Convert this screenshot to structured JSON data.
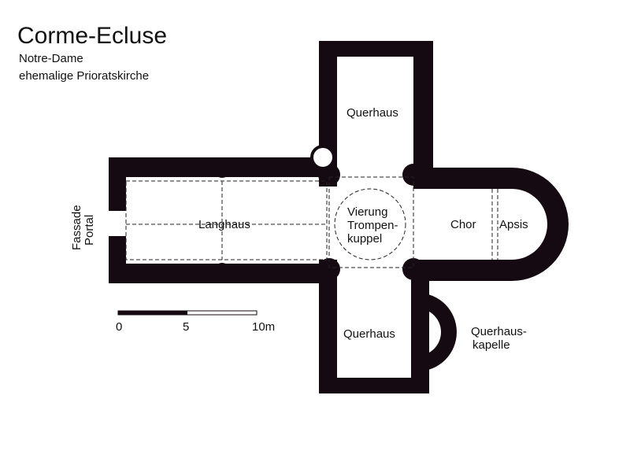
{
  "title": "Corme-Ecluse",
  "subtitle": "Notre-Dame",
  "subtitle2": "ehemalige Prioratskirche",
  "rooms": {
    "querhaus_north": "Querhaus",
    "langhaus": "Langhaus",
    "vierung": [
      "Vierung",
      "Trompen-",
      "kuppel"
    ],
    "chor": "Chor",
    "apsis": "Apsis",
    "querhaus_south": "Querhaus",
    "kapelle": [
      "Querhaus-",
      "kapelle"
    ],
    "fassade": "Fassade",
    "portal": "Portal"
  },
  "scale": {
    "ticks": [
      "0",
      "5",
      "10m"
    ]
  },
  "colors": {
    "wall": "#150a12",
    "background": "#ffffff"
  }
}
